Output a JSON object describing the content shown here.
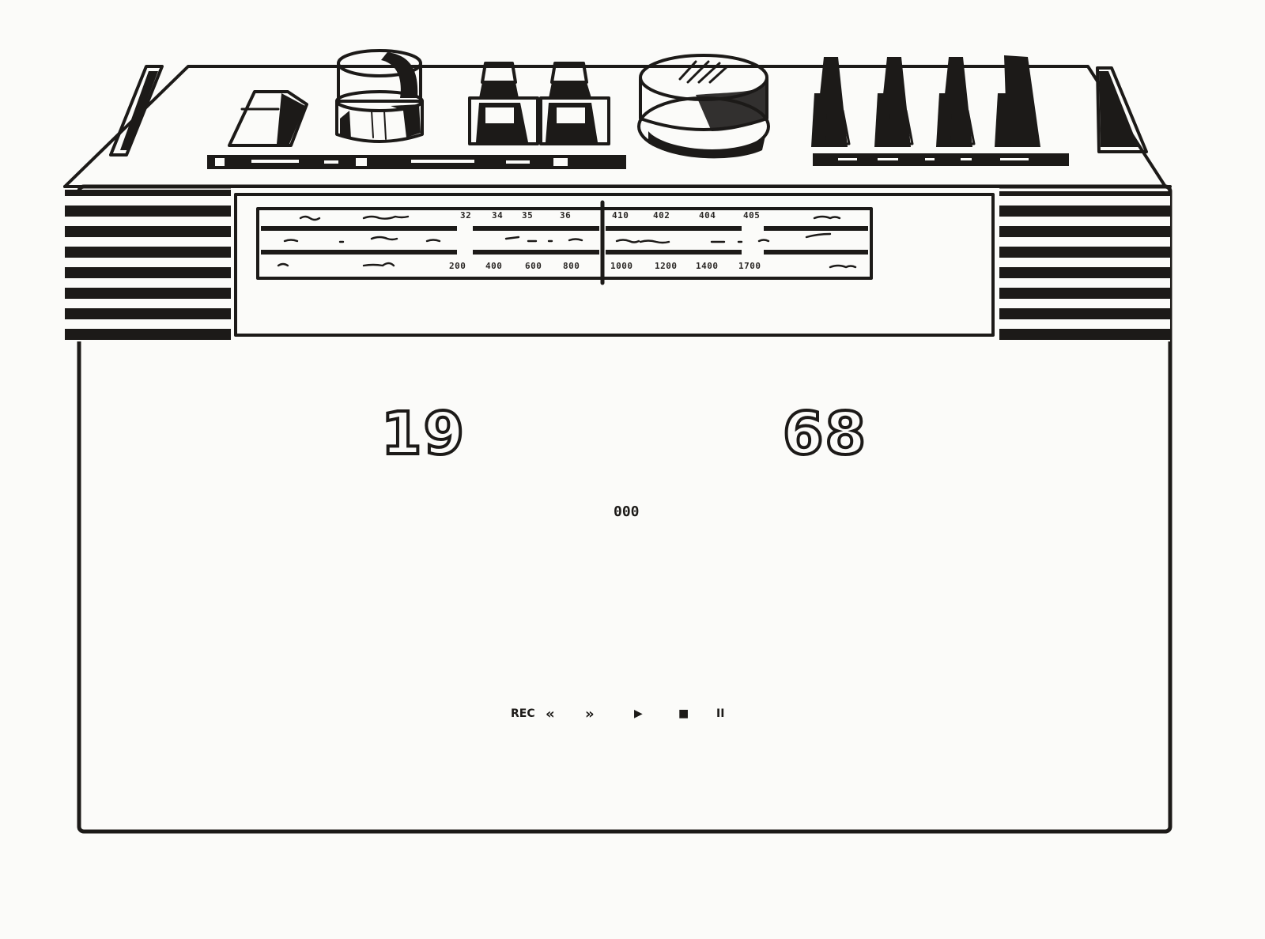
{
  "artwork": {
    "subject": "Boombox (portable cassette radio) ink drawing",
    "colors": {
      "ink": "#1c1a18",
      "paper": "#fbfbf9"
    }
  },
  "year_badge": {
    "left_digits": "19",
    "right_digits": "68"
  },
  "tuning_dial": {
    "left_band": {
      "top_row": [
        "32",
        "34",
        "35",
        "36"
      ],
      "bottom_row": [
        "200",
        "400",
        "600",
        "800"
      ]
    },
    "right_band": {
      "top_row": [
        "410",
        "402",
        "404",
        "405"
      ],
      "bottom_row": [
        "1000",
        "1200",
        "1400",
        "1700"
      ]
    },
    "tuning_knob_icon": "tuning-knob-icon"
  },
  "tape_counter": {
    "value": "000"
  },
  "transport_controls": [
    {
      "label": "REC",
      "icon": "record-icon"
    },
    {
      "label": "«",
      "icon": "rewind-icon"
    },
    {
      "label": "»",
      "icon": "fast-forward-icon"
    },
    {
      "label": "▶",
      "icon": "play-icon"
    },
    {
      "label": "■",
      "icon": "stop-icon"
    },
    {
      "label": "II",
      "icon": "pause-icon"
    }
  ],
  "top_controls": {
    "left_items": [
      "band-selector",
      "volume-knob",
      "switch-1",
      "switch-2"
    ],
    "center_item": "tone-knob",
    "right_items": [
      "slider-1",
      "slider-2",
      "slider-3",
      "slider-4"
    ]
  }
}
